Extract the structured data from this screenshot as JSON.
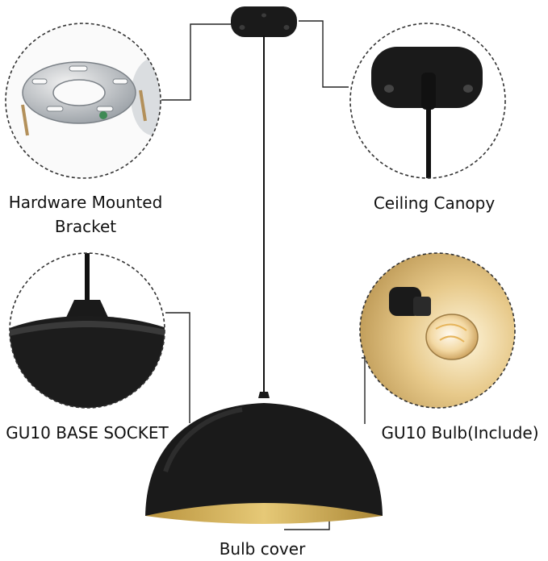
{
  "labels": {
    "hardware_line1": "Hardware Mounted",
    "hardware_line2": "Bracket",
    "ceiling_canopy": "Ceiling Canopy",
    "base_socket": "GU10 BASE SOCKET",
    "bulb": "GU10 Bulb(Include)",
    "bulb_cover": "Bulb cover"
  },
  "icons": [
    "mounting-bracket-icon",
    "ceiling-canopy-icon",
    "socket-shade-icon",
    "bulb-icon",
    "pendant-lamp-icon"
  ],
  "colors": {
    "lamp_black": "#1a1a1a",
    "shade_interior_gold": "#c9a24a",
    "dashed_circle": "#333333",
    "leader_line": "#222222"
  }
}
